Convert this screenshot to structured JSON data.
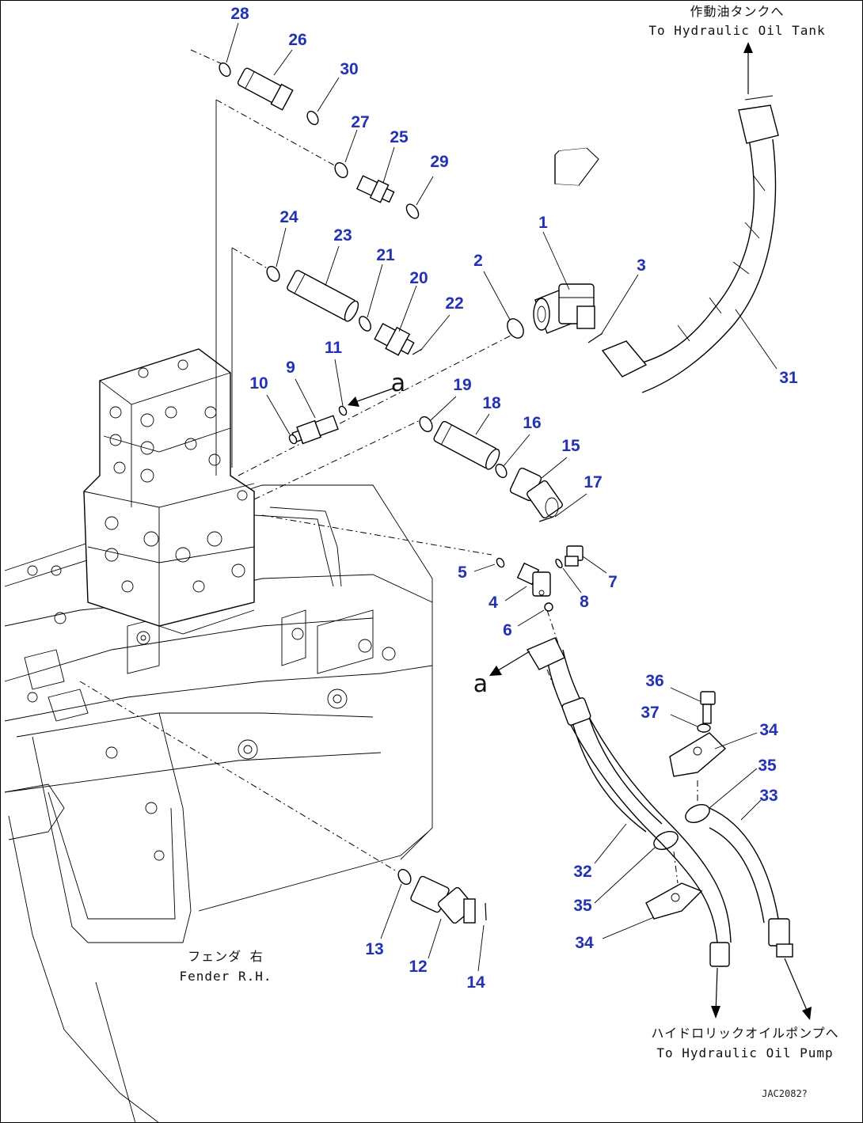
{
  "notes": {
    "tank_jp": "作動油タンクへ",
    "tank_en": "To Hydraulic Oil Tank",
    "fender_jp": "フェンダ 右",
    "fender_en": "Fender R.H.",
    "pump_jp": "ハイドロリックオイルポンプへ",
    "pump_en": "To Hydraulic Oil Pump",
    "drawing_code": "JAC2082?",
    "view_mark_1": "a",
    "view_mark_2": "a"
  },
  "callouts": [
    {
      "id": "c28",
      "label": "28"
    },
    {
      "id": "c26",
      "label": "26"
    },
    {
      "id": "c30",
      "label": "30"
    },
    {
      "id": "c27",
      "label": "27"
    },
    {
      "id": "c25",
      "label": "25"
    },
    {
      "id": "c29",
      "label": "29"
    },
    {
      "id": "c24",
      "label": "24"
    },
    {
      "id": "c23",
      "label": "23"
    },
    {
      "id": "c21",
      "label": "21"
    },
    {
      "id": "c20",
      "label": "20"
    },
    {
      "id": "c22",
      "label": "22"
    },
    {
      "id": "c2",
      "label": "2"
    },
    {
      "id": "c1",
      "label": "1"
    },
    {
      "id": "c3",
      "label": "3"
    },
    {
      "id": "c31",
      "label": "31"
    },
    {
      "id": "c11",
      "label": "11"
    },
    {
      "id": "c9",
      "label": "9"
    },
    {
      "id": "c10",
      "label": "10"
    },
    {
      "id": "c19",
      "label": "19"
    },
    {
      "id": "c18",
      "label": "18"
    },
    {
      "id": "c16",
      "label": "16"
    },
    {
      "id": "c15",
      "label": "15"
    },
    {
      "id": "c17",
      "label": "17"
    },
    {
      "id": "c5",
      "label": "5"
    },
    {
      "id": "c7",
      "label": "7"
    },
    {
      "id": "c4",
      "label": "4"
    },
    {
      "id": "c8",
      "label": "8"
    },
    {
      "id": "c6",
      "label": "6"
    },
    {
      "id": "c36",
      "label": "36"
    },
    {
      "id": "c37",
      "label": "37"
    },
    {
      "id": "c34a",
      "label": "34"
    },
    {
      "id": "c35a",
      "label": "35"
    },
    {
      "id": "c33",
      "label": "33"
    },
    {
      "id": "c32",
      "label": "32"
    },
    {
      "id": "c35b",
      "label": "35"
    },
    {
      "id": "c34b",
      "label": "34"
    },
    {
      "id": "c13",
      "label": "13"
    },
    {
      "id": "c12",
      "label": "12"
    },
    {
      "id": "c14",
      "label": "14"
    }
  ]
}
